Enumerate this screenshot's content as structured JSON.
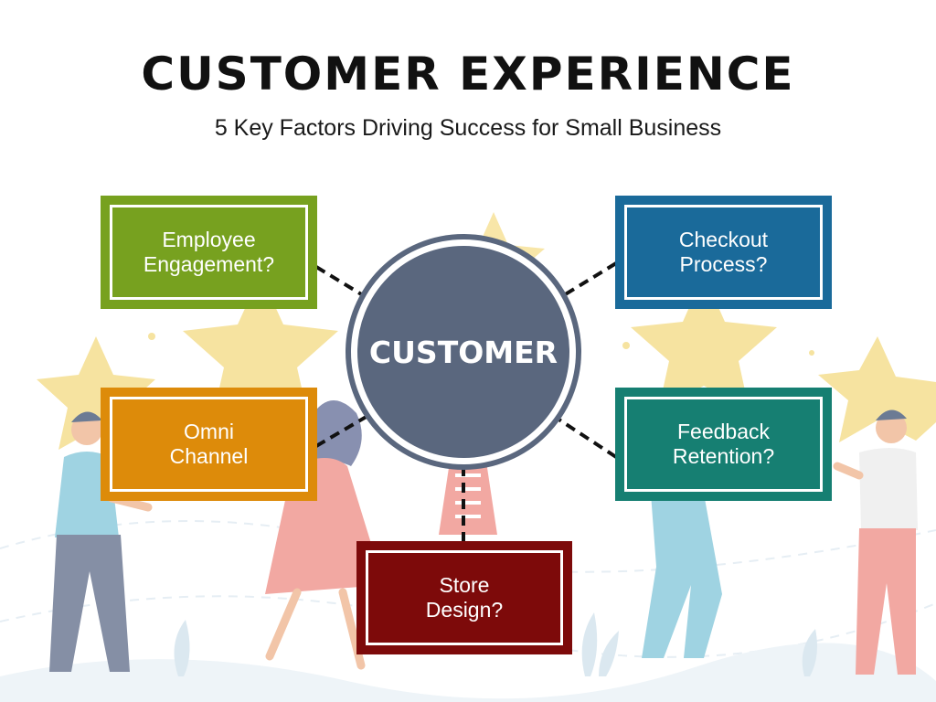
{
  "title": "CUSTOMER EXPERIENCE",
  "subtitle": "5 Key Factors Driving Success for Small Business",
  "hub": {
    "label": "CUSTOMER",
    "color": "#5a677e"
  },
  "factors": [
    {
      "label": "Employee\nEngagement?",
      "color": "#77a11f"
    },
    {
      "label": "Checkout\nProcess?",
      "color": "#1a6a9a"
    },
    {
      "label": "Omni\nChannel",
      "color": "#dd8b0a"
    },
    {
      "label": "Feedback\nRetention?",
      "color": "#167f72"
    },
    {
      "label": "Store\nDesign?",
      "color": "#7d0a0a"
    }
  ],
  "icons": {
    "stars": "star-icon",
    "people": "person-illustration"
  }
}
